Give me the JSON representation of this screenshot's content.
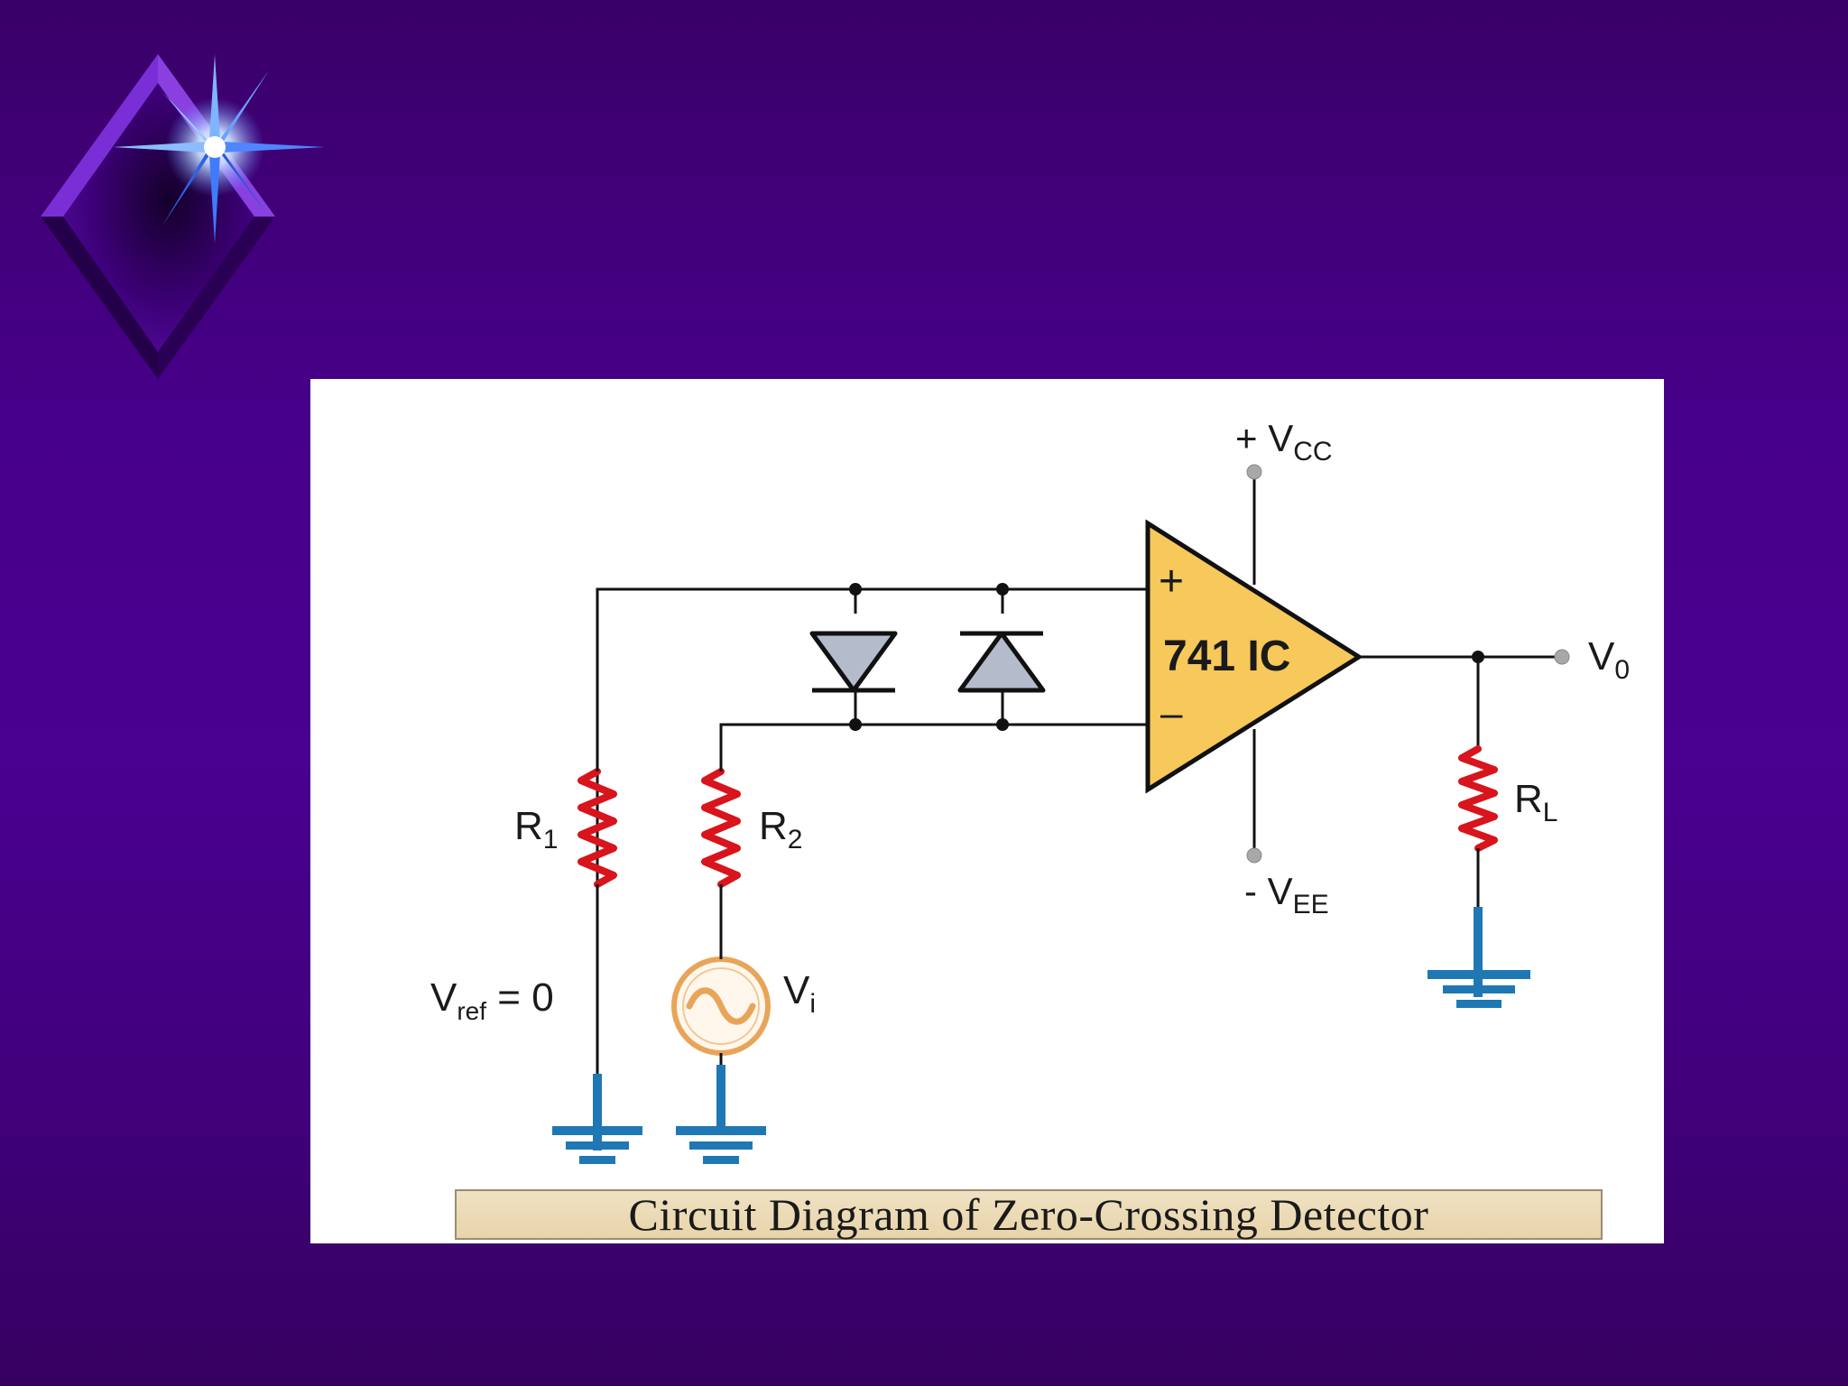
{
  "diagram": {
    "caption": "Circuit Diagram of Zero-Crossing Detector",
    "ic_label": "741 IC",
    "plus_sign": "+",
    "minus_sign": "–",
    "vcc": {
      "prefix": "+ V",
      "sub": "CC"
    },
    "vee": {
      "prefix": "- V",
      "sub": "EE"
    },
    "vo": {
      "main": "V",
      "sub": "0"
    },
    "r1": {
      "main": "R",
      "sub": "1"
    },
    "r2": {
      "main": "R",
      "sub": "2"
    },
    "rl": {
      "main": "R",
      "sub": "L"
    },
    "vi": {
      "main": "V",
      "sub": "i"
    },
    "vref": {
      "main": "V",
      "sub": "ref",
      "suffix": " = 0"
    }
  },
  "colors": {
    "background_top": "#3a0068",
    "background_mid": "#4a0090",
    "opamp_fill": "#f7c85a",
    "resistor": "#d8141c",
    "ground": "#1f78b4",
    "diode_fill": "#b4bccc",
    "source": "#e8a55a",
    "caption_bg": "#ecdcb9"
  }
}
